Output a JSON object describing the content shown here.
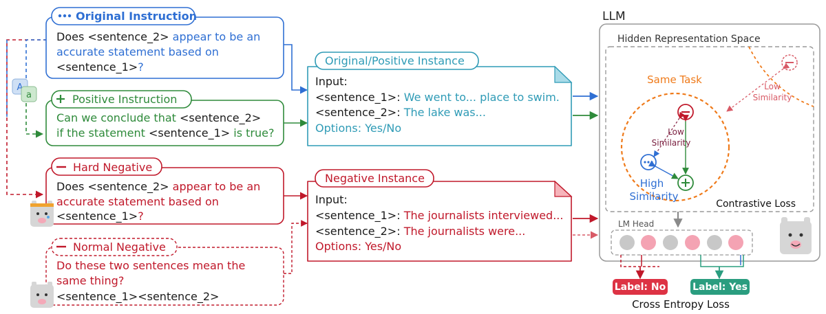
{
  "colors": {
    "blue": "#2f6fd3",
    "green": "#2e8a3a",
    "red": "#c0182a",
    "teal": "#2f9bb6",
    "orange": "#ef7a1a",
    "gray": "#8a8a8a",
    "black": "#1a1a1a",
    "label_no_bg": "#dd3344",
    "label_yes_bg": "#2a9d7f"
  },
  "original_instruction": {
    "title": "Original Instruction",
    "icon": "ellipsis-icon",
    "line1_a": "Does ",
    "line1_b": "<sentence_2>",
    "line1_c": " appear to be an",
    "line2": "accurate statement based on",
    "line3_a": "<sentence_1>",
    "line3_b": "?"
  },
  "positive_instruction": {
    "title": "Positive Instruction",
    "icon": "plus-icon",
    "line1_a": "Can we conclude that ",
    "line1_b": "<sentence_2>",
    "line2_a": "if the statement ",
    "line2_b": "<sentence_1>",
    "line2_c": " is true?"
  },
  "hard_negative": {
    "title": "Hard Negative",
    "icon": "minus-icon",
    "line1_a": "Does ",
    "line1_b": "<sentence_2>",
    "line1_c": " appear to be an",
    "line2": "accurate statement based on",
    "line3_a": "<sentence_1>",
    "line3_b": "?"
  },
  "normal_negative": {
    "title": "Normal Negative",
    "icon": "minus-icon",
    "line1": "Do these two sentences mean the",
    "line2": "same thing?",
    "line3": "<sentence_1><sentence_2>"
  },
  "positive_instance": {
    "title": "Original/Positive Instance",
    "input_label": "Input:",
    "s1_label": "<sentence_1>:",
    "s1_value": " We went to... place to swim.",
    "s2_label": "<sentence_2>:",
    "s2_value": " The lake was...",
    "options": "Options: Yes/No"
  },
  "negative_instance": {
    "title": "Negative Instance",
    "input_label": "Input:",
    "s1_label": "<sentence_1>:",
    "s1_value": " The journalists interviewed...",
    "s2_label": "<sentence_2>:",
    "s2_value": " The journalists were...",
    "options": "Options: Yes/No"
  },
  "llm": {
    "title": "LLM",
    "hidden_space": "Hidden Representation Space",
    "same_task": "Same Task",
    "low_similarity_inner_1": "Low",
    "low_similarity_inner_2": "Similarity",
    "low_similarity_outer_1": "Low",
    "low_similarity_outer_2": "Similarity",
    "high_similarity_1": "High",
    "high_similarity_2": "Similarity",
    "contrastive_loss": "Contrastive Loss",
    "lm_head": "LM Head",
    "label_no": "Label: No",
    "label_yes": "Label: Yes",
    "cross_entropy": "Cross Entropy Loss"
  },
  "icons": {
    "translate": "translate-icon",
    "llama_sad": "llama-sad-icon",
    "llama_neutral": "llama-icon",
    "llama_happy": "llama-happy-icon"
  }
}
